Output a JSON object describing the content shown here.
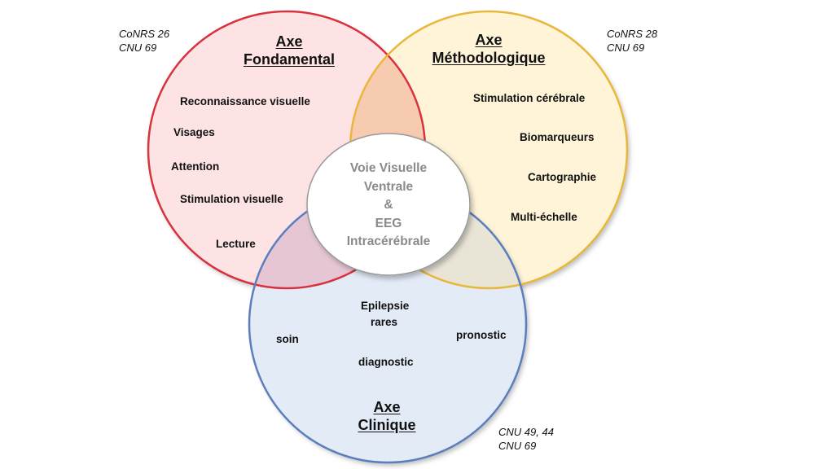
{
  "colors": {
    "fondamental_fill": "#fde3e3",
    "fondamental_stroke": "#d9323f",
    "methodologique_fill": "#fff4d8",
    "methodologique_stroke": "#e9b83a",
    "clinique_fill": "#e3ebf7",
    "clinique_stroke": "#5b7fbe",
    "overlap_red_yellow": "#f7cbb0",
    "overlap_red_blue": "#e6c6d4",
    "overlap_yellow_blue": "#e8e4d6",
    "center_fill": "#ffffff",
    "center_text": "#8a8a8a"
  },
  "notes": {
    "fondamental": [
      "CoNRS 26",
      "CNU 69"
    ],
    "methodologique": [
      "CoNRS 28",
      "CNU 69"
    ],
    "clinique": [
      "CNU 49, 44",
      "CNU 69"
    ]
  },
  "fondamental": {
    "title": [
      "Axe",
      "Fondamental"
    ],
    "items": [
      "Reconnaissance visuelle",
      "Visages",
      "Attention",
      "Stimulation visuelle",
      "Lecture"
    ]
  },
  "methodologique": {
    "title": [
      "Axe",
      "Méthodologique"
    ],
    "items": [
      "Stimulation cérébrale",
      "Biomarqueurs",
      "Cartographie",
      "Multi-échelle"
    ]
  },
  "clinique": {
    "title": [
      "Axe",
      "Clinique"
    ],
    "items": [
      "Epilepsie",
      "rares",
      "soin",
      "pronostic",
      "diagnostic"
    ]
  },
  "center": {
    "lines": [
      "Voie Visuelle",
      "Ventrale",
      "&",
      "EEG",
      "Intracérébrale"
    ]
  }
}
